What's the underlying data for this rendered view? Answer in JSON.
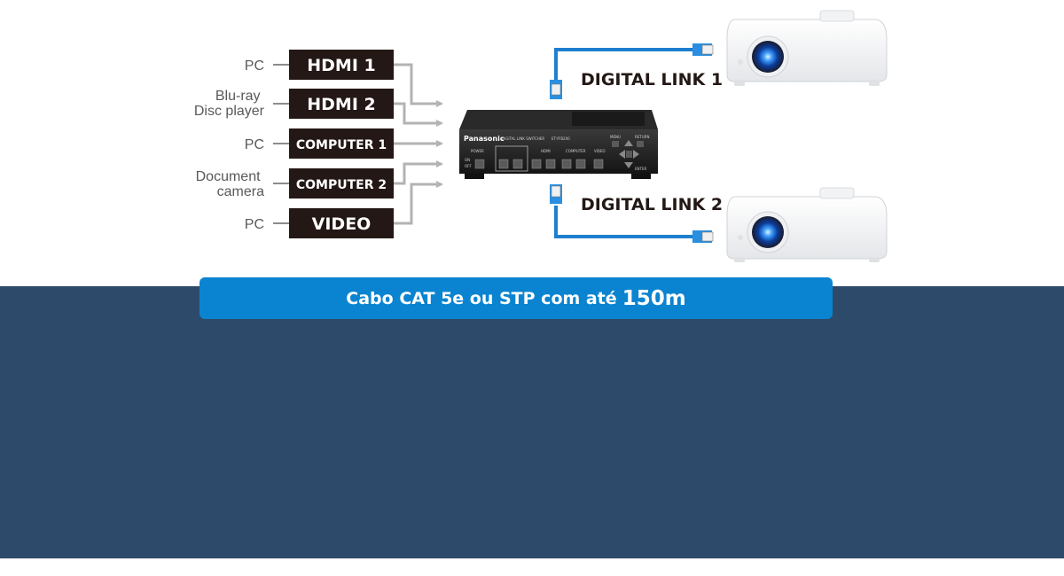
{
  "sources": [
    {
      "label": "PC",
      "input": "HDMI 1"
    },
    {
      "label": "Blu-ray\nDisc player",
      "input": "HDMI 2"
    },
    {
      "label": "PC",
      "input": "COMPUTER 1"
    },
    {
      "label": "Document\ncamera",
      "input": "COMPUTER 2"
    },
    {
      "label": "PC",
      "input": "VIDEO"
    }
  ],
  "switcher": {
    "brand": "Panasonic",
    "model_text": "DIGITAL LINK SWITCHER",
    "model_id": "ET-YFB200",
    "power_label": "POWER",
    "on_label": "ON",
    "off_label": "OFF",
    "hdmi_label": "HDMI",
    "computer_label": "COMPUTER",
    "video_label": "VIDEO",
    "menu_label": "MENU",
    "return_label": "RETURN",
    "enter_label": "ENTER"
  },
  "outputs": [
    {
      "label": "DIGITAL LINK 1"
    },
    {
      "label": "DIGITAL LINK 2"
    }
  ],
  "caption": {
    "text": "Cabo CAT 5e ou STP com até",
    "emphasis": "150m"
  },
  "colors": {
    "box_fill": "#231815",
    "arrow": "#b3b3b3",
    "cable": "#1f7fcf",
    "caption_bg": "#0a84d0",
    "panel_bg": "#2e4a6b"
  }
}
